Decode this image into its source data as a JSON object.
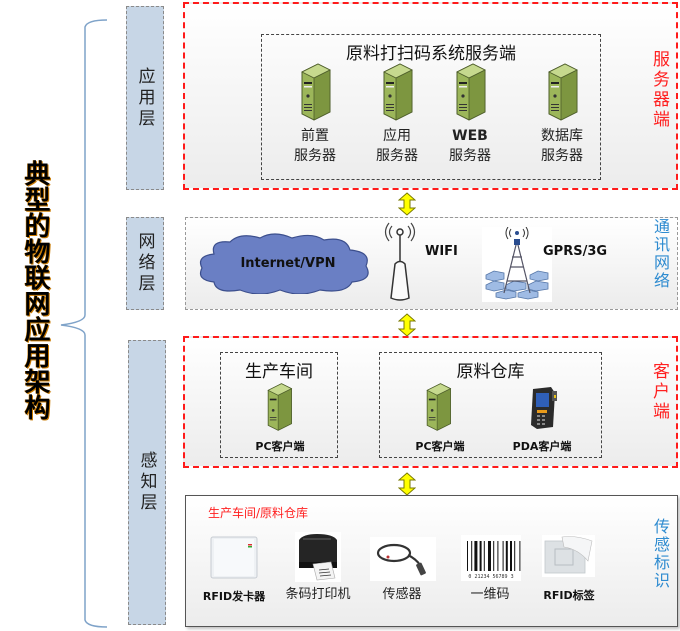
{
  "title": "典型的物联网应用架构",
  "layers": [
    {
      "id": "application",
      "label": "应用层"
    },
    {
      "id": "network",
      "label": "网络层"
    },
    {
      "id": "perception",
      "label": "感知层"
    }
  ],
  "server_panel": {
    "side_label": "服务器端",
    "box_title": "原料打扫码系统服务端",
    "servers": [
      {
        "icon": "server-icon",
        "line1": "前置",
        "line2": "服务器"
      },
      {
        "icon": "server-icon",
        "line1": "应用",
        "line2": "服务器"
      },
      {
        "icon": "server-icon",
        "line1": "WEB",
        "line2": "服务器"
      },
      {
        "icon": "server-icon",
        "line1": "数据库",
        "line2": "服务器"
      }
    ]
  },
  "network_panel": {
    "side_label": "通讯网络",
    "items": [
      {
        "icon": "cloud-icon",
        "label": "Internet/VPN"
      },
      {
        "icon": "wifi-router-icon",
        "label": "WIFI"
      },
      {
        "icon": "cell-tower-icon",
        "label": "GPRS/3G"
      }
    ]
  },
  "client_panel": {
    "side_label": "客户端",
    "groups": [
      {
        "title": "生产车间",
        "clients": [
          {
            "icon": "pc-icon",
            "label": "PC客户端"
          }
        ]
      },
      {
        "title": "原料仓库",
        "clients": [
          {
            "icon": "pc-icon",
            "label": "PC客户端"
          },
          {
            "icon": "pda-icon",
            "label": "PDA客户端"
          }
        ]
      }
    ]
  },
  "device_panel": {
    "side_label": "传感标识",
    "location": "生产车间/原料仓库",
    "devices": [
      {
        "icon": "rfid-reader-icon",
        "label": "RFID发卡器"
      },
      {
        "icon": "barcode-printer-icon",
        "label": "条码打印机"
      },
      {
        "icon": "sensor-icon",
        "label": "传感器"
      },
      {
        "icon": "barcode-icon",
        "label": "一维码",
        "barcode_digits": "0 21234 56789 3"
      },
      {
        "icon": "rfid-tag-icon",
        "label": "RFID标签"
      }
    ]
  },
  "colors": {
    "client_server_border": "#ff1a1a",
    "network_label": "#2e8bd0",
    "layer_fill": "#c7d6e6",
    "arrow_fill": "#ffff00",
    "server_green": "#8aa54a"
  }
}
